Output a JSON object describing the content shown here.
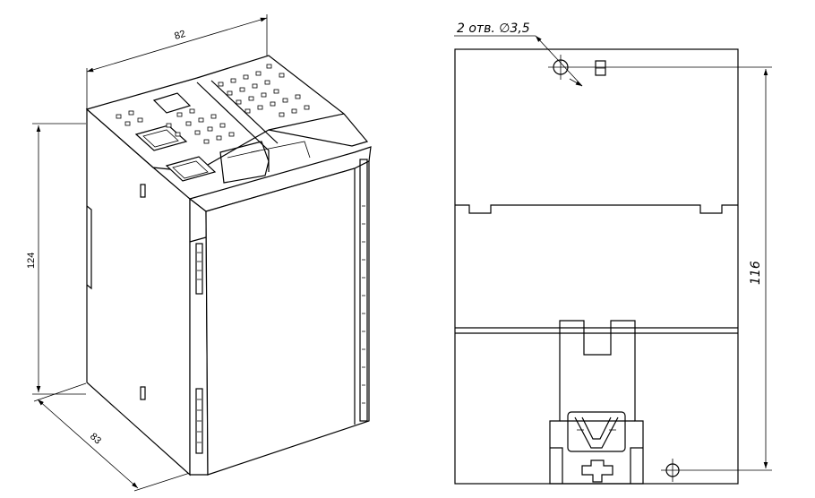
{
  "iso_view": {
    "dim_width": "82",
    "dim_height": "124",
    "dim_depth": "83"
  },
  "rear_view": {
    "hole_note": "2 отв. ∅3,5",
    "dim_hole_spacing": "116"
  }
}
